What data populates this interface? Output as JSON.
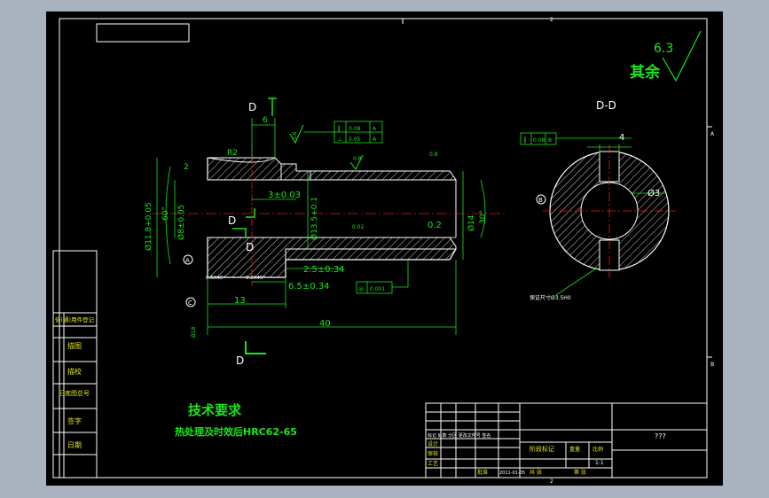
{
  "title_roughness": {
    "value": "6.3",
    "label": "其余"
  },
  "section_labels": {
    "cut_top": "D",
    "cut_bottom": "D",
    "section_title": "D-D",
    "inner_d1": "D",
    "inner_d2": "D"
  },
  "dims": {
    "d_6": "6",
    "d_r2": "R2",
    "d_2": "2",
    "d_118": "Ø11.8+0.05",
    "d_60": "60°",
    "d_805": "Ø8±0.05",
    "d_3": "3±0.03",
    "d_135": "Ø13.5+0.1",
    "d_009": "0.02",
    "d_02": "0.2",
    "d_14": "Ø14",
    "d_30": "30°",
    "d_25": "2.5±0.34",
    "d_65": "6.5±0.34",
    "d_13": "13",
    "d_40": "40",
    "d_chamf1": "0.6X45°",
    "d_chamf2": "0.2X45°",
    "d_sect4": "4",
    "d_sect3": "Ø3",
    "d_sectnote": "保证尺寸Ø3.5H0",
    "d_left": "Ø18"
  },
  "tolerances": {
    "top1_sym": "∥",
    "top1_val": "0.08",
    "top1_ref": "A",
    "top2_sym": "⊥",
    "top2_val": "0.05",
    "top2_ref": "A",
    "bottom_sym": "◎",
    "bottom_val": "0.001",
    "section_sym": "∥",
    "section_val": "0.08",
    "section_ref": "B",
    "ra_08": "0.8",
    "ra_16": "1.6",
    "ra_b": "0.8"
  },
  "datums": {
    "a": "A",
    "b": "B",
    "c": "C"
  },
  "tech_req": {
    "title": "技术要求",
    "line1": "热处理及时效后HRC62-65"
  },
  "title_block": {
    "placeholder": "???",
    "design": "设计",
    "check": "审核",
    "process": "工艺",
    "approve": "批准",
    "stage_mark": "阶段标记",
    "weight": "重量",
    "scale": "比例",
    "scale_val": "1:1",
    "sheets": "共 张",
    "sheet": "第 张",
    "date": "2011-01-05",
    "mark_cols": "标记 处数 分区 更改文件号 签名"
  },
  "side_block": {
    "r1": "借(通)用件登记",
    "r2": "描图",
    "r3": "描校",
    "r4": "旧底图总号",
    "r5": "签字",
    "r6": "日期"
  },
  "border_marks": {
    "top": "2",
    "right_a": "A",
    "right_b": "B",
    "bottom": "2"
  }
}
